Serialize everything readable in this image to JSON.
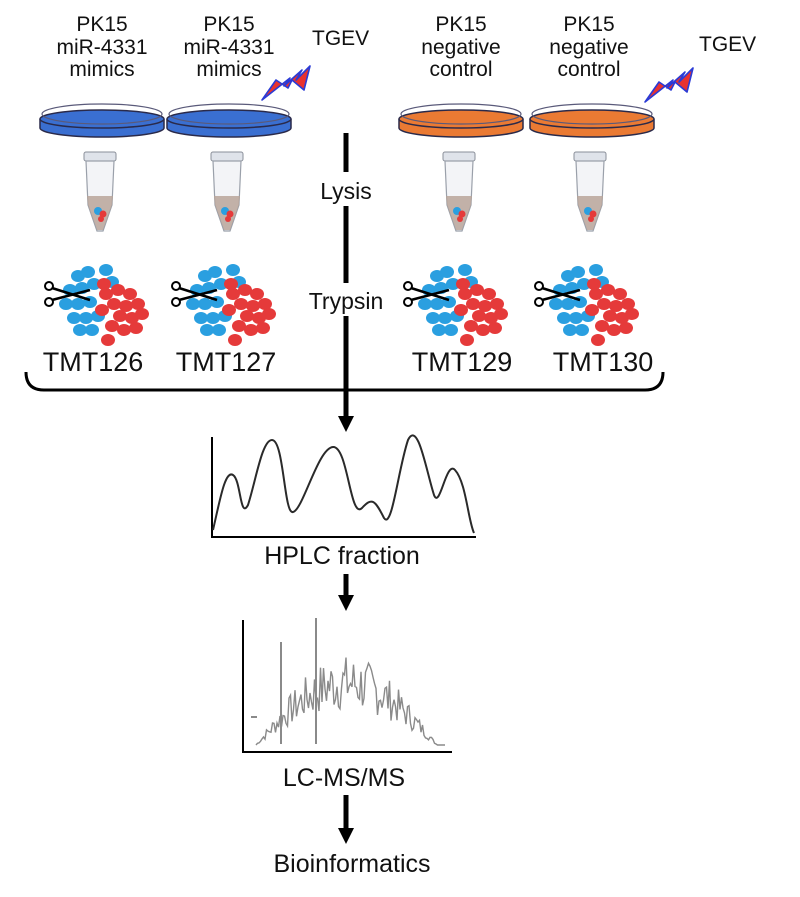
{
  "samples": [
    {
      "line1": "PK15",
      "line2": "miR-4331",
      "line3": "mimics",
      "infection": "",
      "dish_color": "#3a6fd1",
      "tmt_tag": "TMT126"
    },
    {
      "line1": "PK15",
      "line2": "miR-4331",
      "line3": "mimics",
      "infection": "TGEV",
      "dish_color": "#3a6fd1",
      "tmt_tag": "TMT127"
    },
    {
      "line1": "PK15",
      "line2": "negative",
      "line3": "control",
      "infection": "",
      "dish_color": "#ea7a33",
      "tmt_tag": "TMT129"
    },
    {
      "line1": "PK15",
      "line2": "negative",
      "line3": "control",
      "infection": "TGEV",
      "dish_color": "#ea7a33",
      "tmt_tag": "TMT130"
    }
  ],
  "steps": {
    "lysis": "Lysis",
    "trypsin": "Trypsin",
    "hplc": "HPLC fraction",
    "lcms": "LC-MS/MS",
    "bioinformatics": "Bioinformatics"
  },
  "colors": {
    "blue_dish": "#3a6fd1",
    "orange_dish": "#ea7a33",
    "protein_red": "#e53a3a",
    "protein_blue": "#2a9fe0",
    "lightning": "#e8322f",
    "trace_gray": "#8a8a8a"
  },
  "icons": {
    "dish": "petri-dish-icon",
    "tube": "microcentrifuge-tube-icon",
    "digest": "scissors-protein-icon",
    "virus": "lightning-bolt-icon"
  }
}
